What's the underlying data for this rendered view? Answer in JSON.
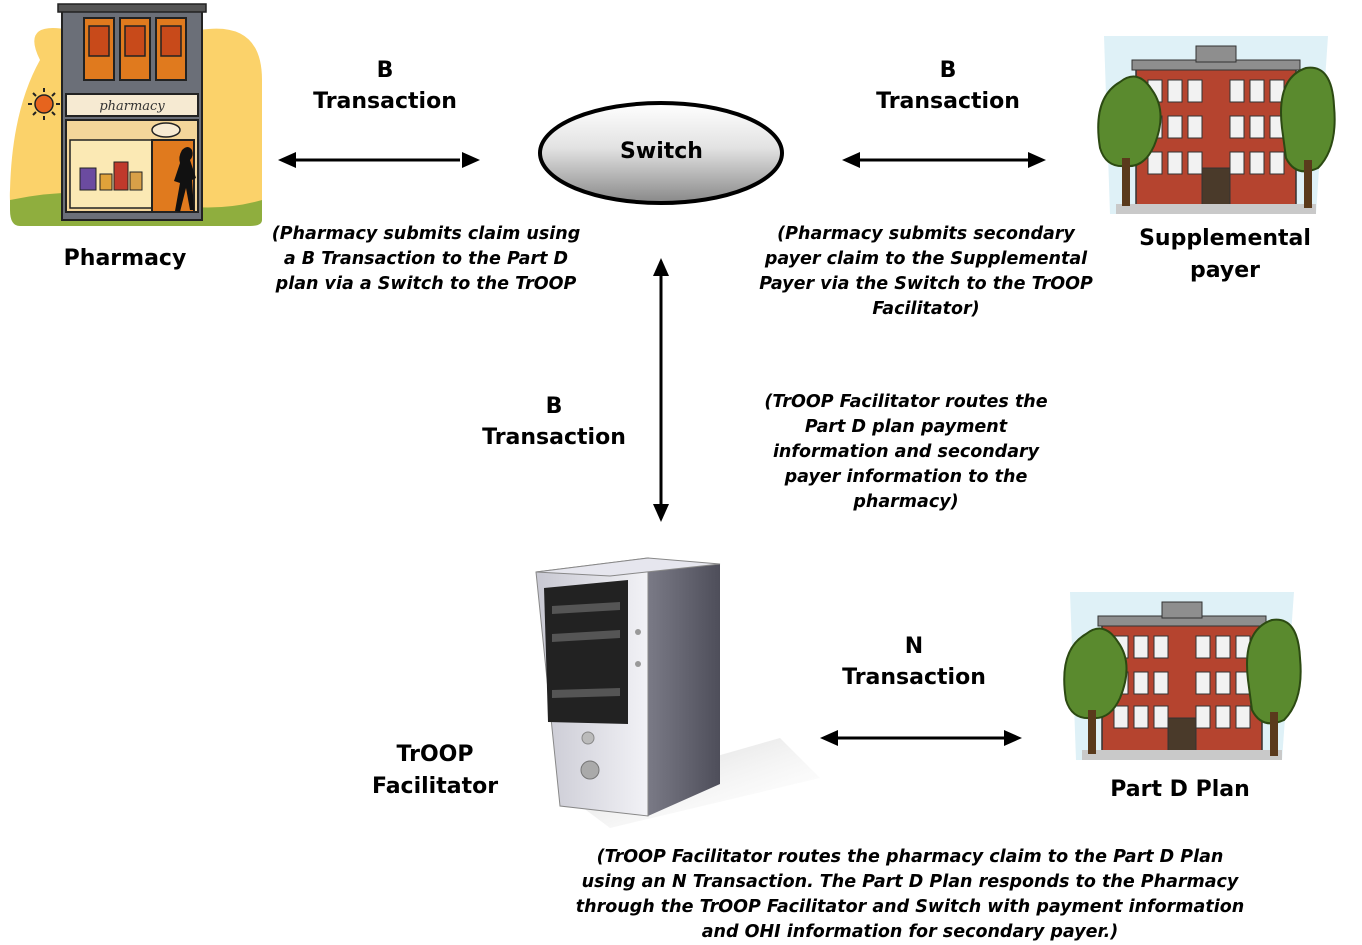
{
  "switch": {
    "label": "Switch"
  },
  "pharmacy": {
    "label": "Pharmacy",
    "sign": "pharmacy"
  },
  "supplemental": {
    "label_line1": "Supplemental",
    "label_line2": "payer"
  },
  "troop": {
    "label_line1": "TrOOP",
    "label_line2": "Facilitator"
  },
  "partd": {
    "label": "Part D Plan"
  },
  "transactions": {
    "left": {
      "line1": "B",
      "line2": "Transaction"
    },
    "right": {
      "line1": "B",
      "line2": "Transaction"
    },
    "vertical": {
      "line1": "B",
      "line2": "Transaction"
    },
    "bottom": {
      "line1": "N",
      "line2": "Transaction"
    }
  },
  "notes": {
    "left": [
      "(Pharmacy submits claim using",
      "a B Transaction to the Part D",
      "plan via a Switch to the TrOOP"
    ],
    "right": [
      "(Pharmacy submits secondary",
      "payer claim to the Supplemental",
      "Payer via the Switch to the TrOOP",
      "Facilitator)"
    ],
    "middle": [
      "(TrOOP Facilitator routes the",
      "Part D plan payment",
      "information and secondary",
      "payer information to the",
      "pharmacy)"
    ],
    "bottom": [
      "(TrOOP Facilitator routes the pharmacy claim to the Part D Plan",
      "using an N Transaction. The Part D Plan responds to the Pharmacy",
      "through the TrOOP Facilitator and Switch with payment information",
      "and OHI information for secondary payer.)"
    ]
  }
}
